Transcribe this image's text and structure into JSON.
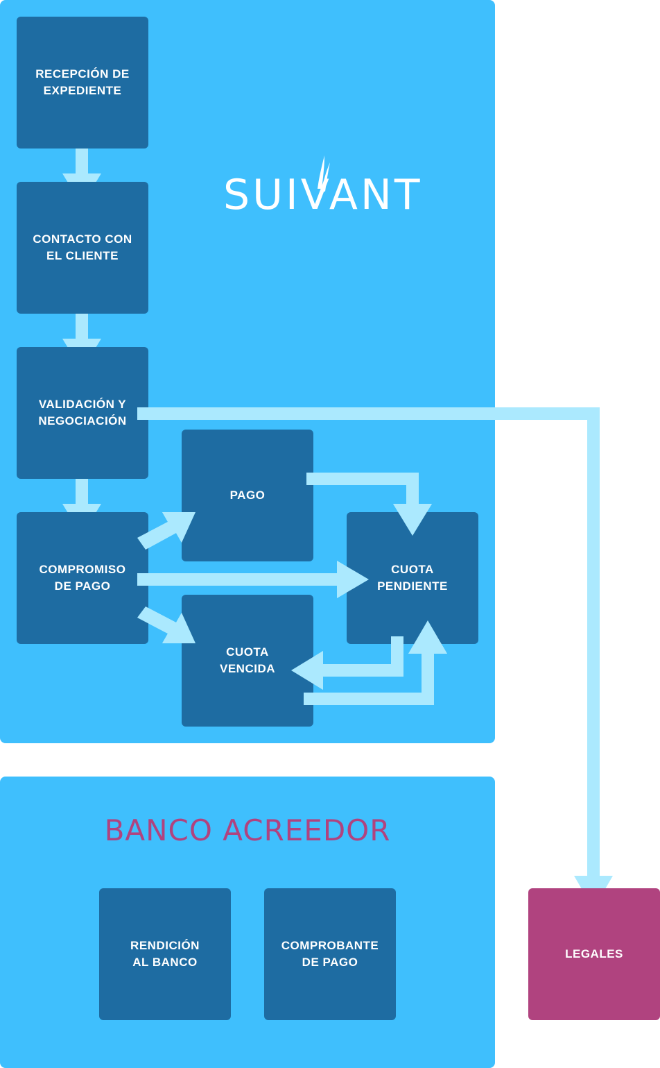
{
  "brand": {
    "name": "SUIVANT"
  },
  "bank": {
    "title": "BANCO ACREEDOR"
  },
  "boxes": {
    "recepcion": "RECEPCIÓN DE\nEXPEDIENTE",
    "contacto": "CONTACTO CON\nEL CLIENTE",
    "validacion": "VALIDACIÓN Y\nNEGOCIACIÓN",
    "compromiso": "COMPROMISO\nDE PAGO",
    "pago": "PAGO",
    "cuota_pendiente": "CUOTA\nPENDIENTE",
    "cuota_vencida": "CUOTA\nVENCIDA",
    "rendicion": "RENDICIÓN\nAL BANCO",
    "comprobante": "COMPROBANTE\nDE PAGO",
    "legales": "LEGALES"
  },
  "colors": {
    "panel": "#3fbffd",
    "box": "#1e6ca2",
    "arrow": "#abe9fe",
    "accent": "#b0437f",
    "text": "#ffffff"
  }
}
